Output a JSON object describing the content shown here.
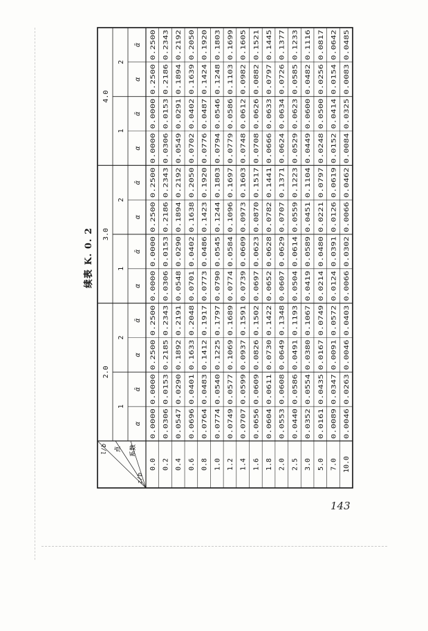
{
  "title": "续表 K. 0. 2",
  "page_number": "143",
  "header": {
    "lb_label": "l/b",
    "point_label": "点",
    "coef_label": "系数",
    "zb_label": "z/b",
    "col_alpha": "α",
    "col_alpha_bar": "ᾱ",
    "groups": [
      {
        "lb": "2.0",
        "points": [
          "1",
          "2"
        ]
      },
      {
        "lb": "3.0",
        "points": [
          "1",
          "2"
        ]
      },
      {
        "lb": "4.0",
        "points": [
          "1",
          "2"
        ]
      }
    ]
  },
  "rows": [
    {
      "zb": "0.0",
      "values": [
        "0.0000",
        "0.0000",
        "0.2500",
        "0.2500",
        "0.0000",
        "0.0000",
        "0.2500",
        "0.2500",
        "0.0000",
        "0.0000",
        "0.2500",
        "0.2500"
      ]
    },
    {
      "zb": "0.2",
      "values": [
        "0.0306",
        "0.0153",
        "0.2185",
        "0.2343",
        "0.0306",
        "0.0153",
        "0.2186",
        "0.2343",
        "0.0306",
        "0.0153",
        "0.2186",
        "0.2343"
      ]
    },
    {
      "zb": "0.4",
      "values": [
        "0.0547",
        "0.0290",
        "0.1892",
        "0.2191",
        "0.0548",
        "0.0290",
        "0.1894",
        "0.2192",
        "0.0549",
        "0.0291",
        "0.1894",
        "0.2192"
      ]
    },
    {
      "zb": "0.6",
      "values": [
        "0.0696",
        "0.0401",
        "0.1633",
        "0.2048",
        "0.0701",
        "0.0402",
        "0.1638",
        "0.2050",
        "0.0702",
        "0.0402",
        "0.1639",
        "0.2050"
      ]
    },
    {
      "zb": "0.8",
      "values": [
        "0.0764",
        "0.0483",
        "0.1412",
        "0.1917",
        "0.0773",
        "0.0486",
        "0.1423",
        "0.1920",
        "0.0776",
        "0.0487",
        "0.1424",
        "0.1920"
      ]
    },
    {
      "zb": "1.0",
      "values": [
        "0.0774",
        "0.0540",
        "0.1225",
        "0.1797",
        "0.0790",
        "0.0545",
        "0.1244",
        "0.1803",
        "0.0794",
        "0.0546",
        "0.1248",
        "0.1803"
      ]
    },
    {
      "zb": "1.2",
      "values": [
        "0.0749",
        "0.0577",
        "0.1069",
        "0.1689",
        "0.0774",
        "0.0584",
        "0.1096",
        "0.1697",
        "0.0779",
        "0.0586",
        "0.1103",
        "0.1699"
      ]
    },
    {
      "zb": "1.4",
      "values": [
        "0.0707",
        "0.0599",
        "0.0937",
        "0.1591",
        "0.0739",
        "0.0609",
        "0.0973",
        "0.1603",
        "0.0748",
        "0.0612",
        "0.0982",
        "0.1605"
      ]
    },
    {
      "zb": "1.6",
      "values": [
        "0.0656",
        "0.0609",
        "0.0826",
        "0.1502",
        "0.0697",
        "0.0623",
        "0.0870",
        "0.1517",
        "0.0708",
        "0.0626",
        "0.0882",
        "0.1521"
      ]
    },
    {
      "zb": "1.8",
      "values": [
        "0.0604",
        "0.0611",
        "0.0730",
        "0.1422",
        "0.0652",
        "0.0628",
        "0.0782",
        "0.1441",
        "0.0666",
        "0.0633",
        "0.0797",
        "0.1445"
      ]
    },
    {
      "zb": "2.0",
      "values": [
        "0.0553",
        "0.0608",
        "0.0649",
        "0.1348",
        "0.0607",
        "0.0629",
        "0.0707",
        "0.1371",
        "0.0624",
        "0.0634",
        "0.0726",
        "0.1377"
      ]
    },
    {
      "zb": "2.5",
      "values": [
        "0.0440",
        "0.0586",
        "0.0491",
        "0.1193",
        "0.0504",
        "0.0614",
        "0.0559",
        "0.1223",
        "0.0529",
        "0.0623",
        "0.0585",
        "0.1233"
      ]
    },
    {
      "zb": "3.0",
      "values": [
        "0.0352",
        "0.0554",
        "0.0380",
        "0.1067",
        "0.0419",
        "0.0589",
        "0.0451",
        "0.1104",
        "0.0449",
        "0.0600",
        "0.0482",
        "0.1116"
      ]
    },
    {
      "zb": "5.0",
      "values": [
        "0.0161",
        "0.0435",
        "0.0167",
        "0.0749",
        "0.0214",
        "0.0480",
        "0.0221",
        "0.0797",
        "0.0248",
        "0.0500",
        "0.0256",
        "0.0817"
      ]
    },
    {
      "zb": "7.0",
      "values": [
        "0.0089",
        "0.0347",
        "0.0091",
        "0.0572",
        "0.0124",
        "0.0391",
        "0.0126",
        "0.0619",
        "0.0152",
        "0.0414",
        "0.0154",
        "0.0642"
      ]
    },
    {
      "zb": "10.0",
      "values": [
        "0.0046",
        "0.0263",
        "0.0046",
        "0.0403",
        "0.0066",
        "0.0302",
        "0.0066",
        "0.0462",
        "0.0084",
        "0.0325",
        "0.0083",
        "0.0485"
      ]
    }
  ]
}
